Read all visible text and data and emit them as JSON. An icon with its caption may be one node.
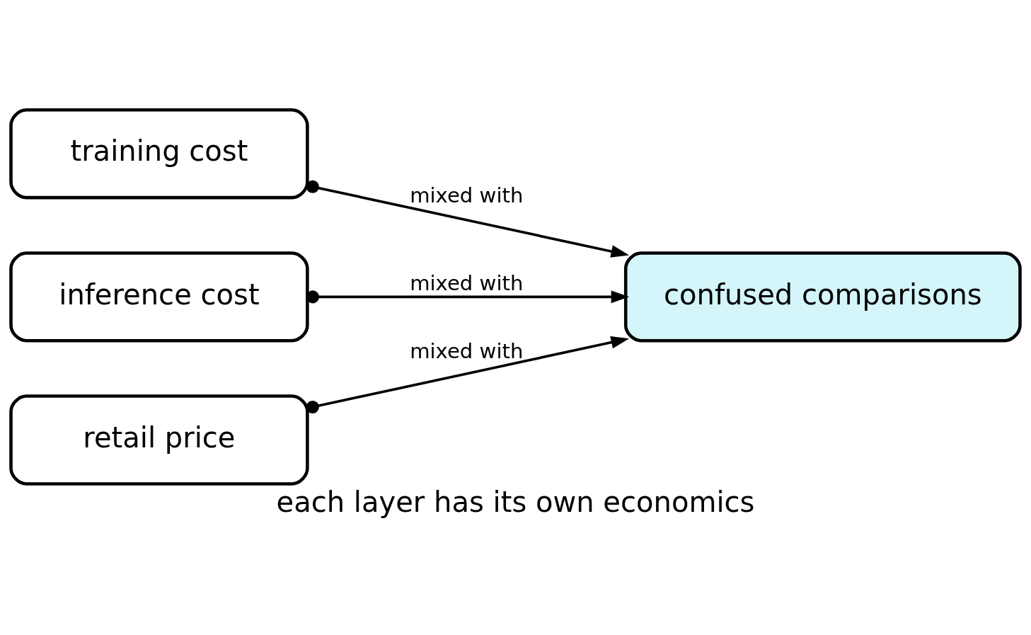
{
  "diagram": {
    "caption": "each layer has its own economics",
    "nodes": [
      {
        "text": [
          "training cost"
        ]
      },
      {
        "text": [
          "inference cost"
        ]
      },
      {
        "text": [
          "retail price"
        ]
      },
      {
        "text": [
          "confused comparisons"
        ]
      }
    ],
    "edges": [
      {
        "from": 0,
        "to": 3,
        "arrow": "to",
        "label": "mixed with"
      },
      {
        "from": 1,
        "to": 3,
        "arrow": "to",
        "label": "mixed with"
      },
      {
        "from": 2,
        "to": 3,
        "arrow": "to",
        "label": "mixed with"
      }
    ]
  }
}
